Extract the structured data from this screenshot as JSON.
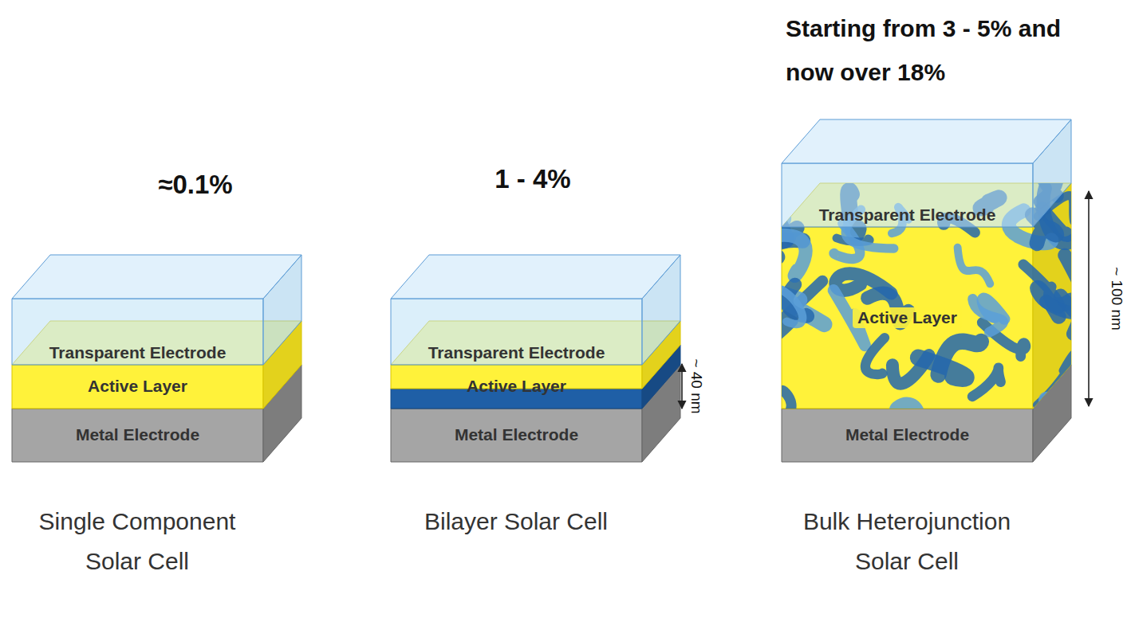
{
  "diagram": {
    "nodes": [
      {
        "text": [
          "Transparent Electrode"
        ]
      },
      {
        "text": [
          "Active Layer"
        ]
      },
      {
        "text": [
          "Metal Electrode"
        ]
      },
      {
        "text": [
          "Transparent Electrode"
        ]
      },
      {
        "text": [
          "Active Layer"
        ]
      },
      {
        "text": [
          "Metal Electrode"
        ]
      },
      {
        "text": [
          "Transparent Electrode"
        ]
      },
      {
        "text": [
          "Active Layer"
        ]
      },
      {
        "text": [
          "Metal Electrode"
        ]
      }
    ],
    "labels": [
      "≈0.1%",
      "1 - 4%",
      "Starting from 3 - 5% and now over 18%",
      "~ 40 nm",
      "~ 100 nm",
      "Single Component Solar Cell",
      "Bilayer Solar Cell",
      "Bulk Heterojunction Solar Cell"
    ]
  }
}
